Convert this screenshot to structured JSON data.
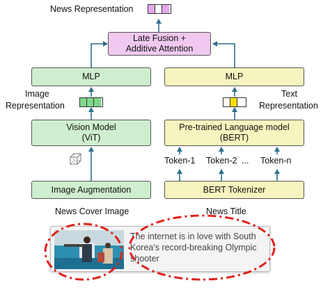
{
  "labels": {
    "news_representation": "News Representation",
    "late_fusion_line1": "Late Fusion +",
    "late_fusion_line2": "Additive Attention",
    "mlp_left": "MLP",
    "mlp_right": "MLP",
    "image_repr_line1": "Image",
    "image_repr_line2": "Representation",
    "text_repr_line1": "Text",
    "text_repr_line2": "Representation",
    "vision_model_line1": "Vision Model",
    "vision_model_line2": "(ViT)",
    "plm_line1": "Pre-trained Language model",
    "plm_line2": "(BERT)",
    "tokens": [
      "Token-1",
      "Token-2",
      "...",
      "Token-n"
    ],
    "image_augmentation": "Image Augmentation",
    "bert_tokenizer": "BERT Tokenizer",
    "news_cover_image": "News Cover Image",
    "news_title": "News Title"
  },
  "example": {
    "headline_lines": [
      "The internet is in love with South",
      "Korea's record-breaking Olympic",
      "shooter"
    ]
  },
  "colors": {
    "vision_box": "#cfeecf",
    "language_box": "#f7f5bf",
    "fusion_box": "#f0c8f0",
    "arrow": "#2e6e8c",
    "highlight_ellipse": "#e0201b",
    "news_vector_cell": "#e6a8ea",
    "image_vector_cell": "#7fd88a",
    "text_vector_cell": "#ffe000"
  },
  "icons": [
    "cube-icon"
  ]
}
